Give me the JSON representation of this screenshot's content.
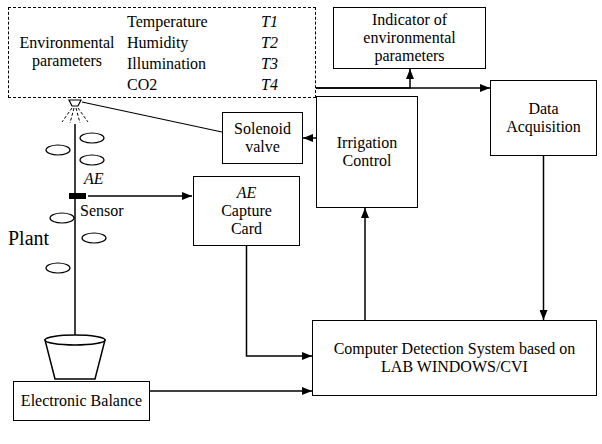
{
  "diagram": {
    "nodes": [
      {
        "text": [
          "Environmental parameters",
          "Temperature",
          "T1",
          "Humidity",
          "T2",
          "Illumination",
          "T3",
          "CO2",
          "T4"
        ]
      },
      {
        "text": [
          "Indicator of environmental parameters"
        ]
      },
      {
        "text": [
          "Data Acquisition"
        ]
      },
      {
        "text": [
          "Solenoid valve"
        ]
      },
      {
        "text": [
          "Irrigation Control"
        ]
      },
      {
        "text": [
          "AE",
          "Capture Card"
        ]
      },
      {
        "text": [
          "Computer Detection System based on LAB WINDOWS/CVI"
        ]
      },
      {
        "text": [
          "Electronic Balance"
        ]
      }
    ],
    "edges": [
      {
        "from": 0,
        "to": 1,
        "arrow": "to"
      },
      {
        "from": 0,
        "to": 2,
        "arrow": "to"
      },
      {
        "from": 4,
        "to": 3,
        "arrow": "to"
      },
      {
        "from": 6,
        "to": 4,
        "arrow": "to"
      },
      {
        "from": 2,
        "to": 6,
        "arrow": "to"
      },
      {
        "from": 5,
        "to": 6,
        "arrow": "to"
      },
      {
        "from": 7,
        "to": 6,
        "arrow": "to"
      }
    ],
    "labels": [
      "Plant",
      "AE",
      "Sensor"
    ]
  }
}
